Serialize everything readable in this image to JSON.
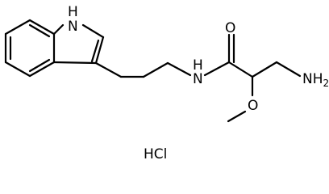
{
  "molecule": {
    "indole_nh": "H",
    "indole_n": "N",
    "amide_nh": "H",
    "amide_n": "N",
    "carbonyl_o": "O",
    "ether_o": "O",
    "amine": "NH",
    "amine_sub": "2"
  },
  "salt": "HCl"
}
